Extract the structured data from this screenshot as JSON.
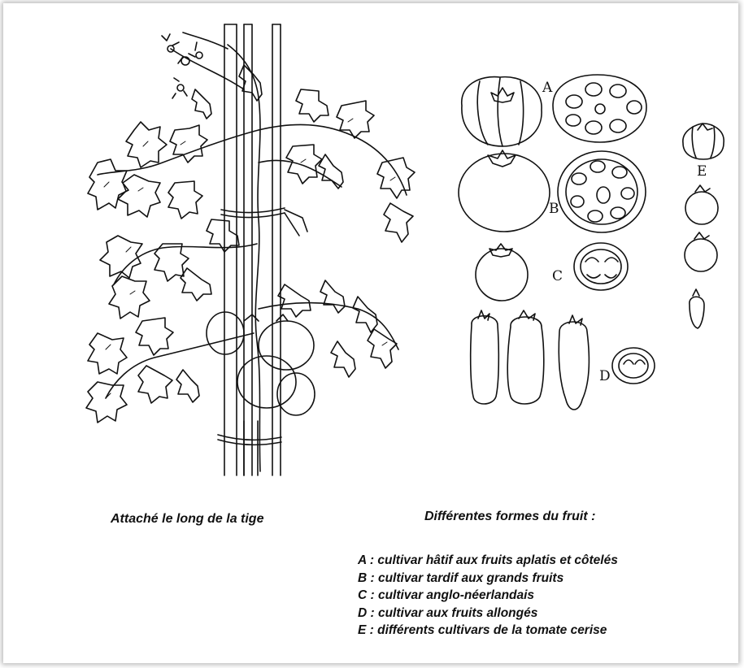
{
  "captions": {
    "plant": "Attaché le long de la tige",
    "fruits": "Différentes formes du fruit :"
  },
  "legend": [
    "A : cultivar hâtif aux fruits aplatis et côtelés",
    "B : cultivar tardif aux grands fruits",
    "C : cultivar anglo-néerlandais",
    "D : cultivar aux fruits allongés",
    "E : différents cultivars de la tomate cerise"
  ],
  "figure_letters": {
    "a": "A",
    "b": "B",
    "c": "C",
    "d": "D",
    "e": "E"
  }
}
